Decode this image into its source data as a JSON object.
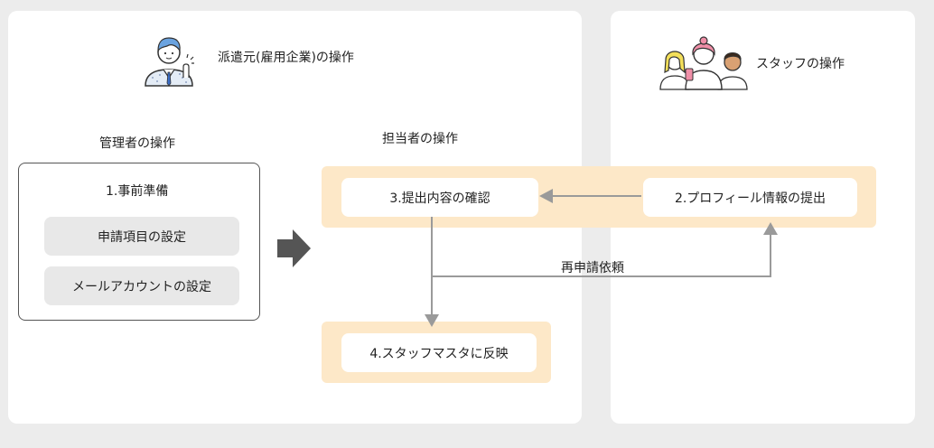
{
  "dispatcher": {
    "header": "派遣元(雇用企業)の操作",
    "admin": {
      "title": "管理者の操作",
      "box_title": "1.事前準備",
      "items": [
        "申請項目の設定",
        "メールアカウントの設定"
      ]
    },
    "staff_in_charge": {
      "title": "担当者の操作",
      "confirm": "3.提出内容の確認",
      "reflect": "4.スタッフマスタに反映"
    }
  },
  "staff": {
    "header": "スタッフの操作",
    "submit": "2.プロフィール情報の提出"
  },
  "flow": {
    "reapply_label": "再申請依頼"
  },
  "colors": {
    "background": "#ececec",
    "panel": "#ffffff",
    "band": "#fde8c8",
    "button_gray": "#e8e8e8",
    "arrow": "#9a9a9a",
    "big_arrow": "#555555"
  }
}
